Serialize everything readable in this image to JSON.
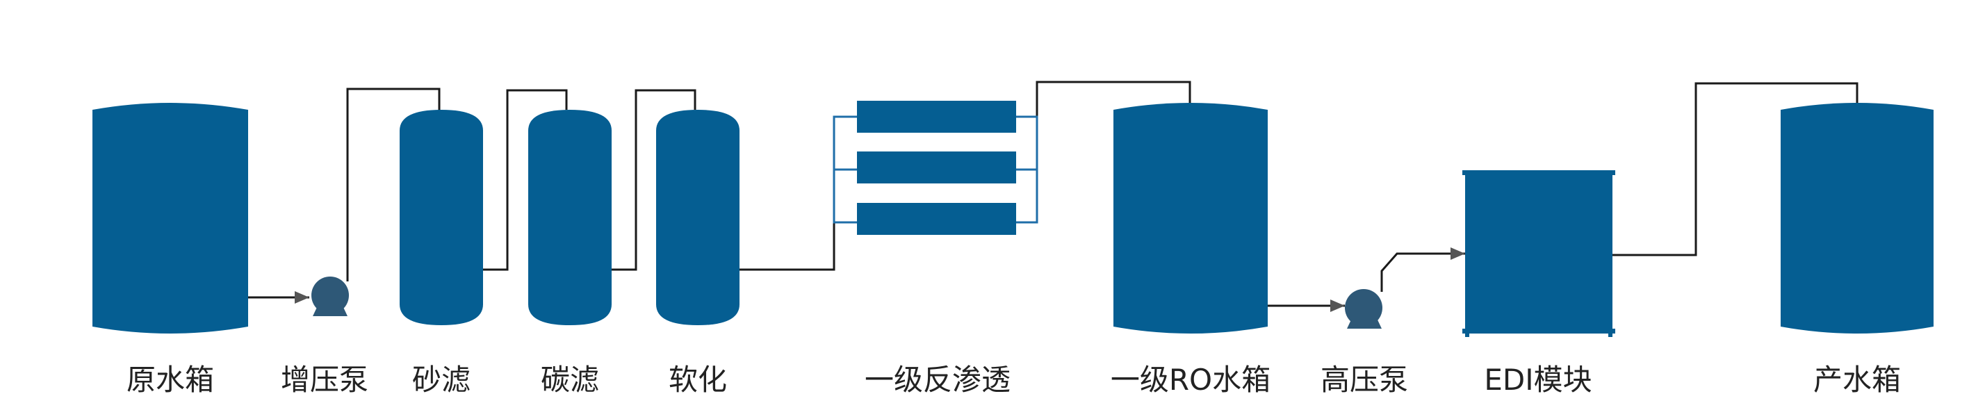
{
  "colors": {
    "equipment": "#055e92",
    "pipe": "#1a1a1a",
    "manifold": "#1f6ea8",
    "pump_body": "#2e5877",
    "background": "#ffffff"
  },
  "labels": {
    "raw_water_tank": "原水箱",
    "booster_pump": "增压泵",
    "sand_filter": "砂滤",
    "carbon_filter": "碳滤",
    "softener": "软化",
    "primary_ro": "一级反渗透",
    "primary_ro_tank": "一级RO水箱",
    "high_pressure_pump": "高压泵",
    "edi_module": "EDI模块",
    "product_water_tank": "产水箱"
  }
}
